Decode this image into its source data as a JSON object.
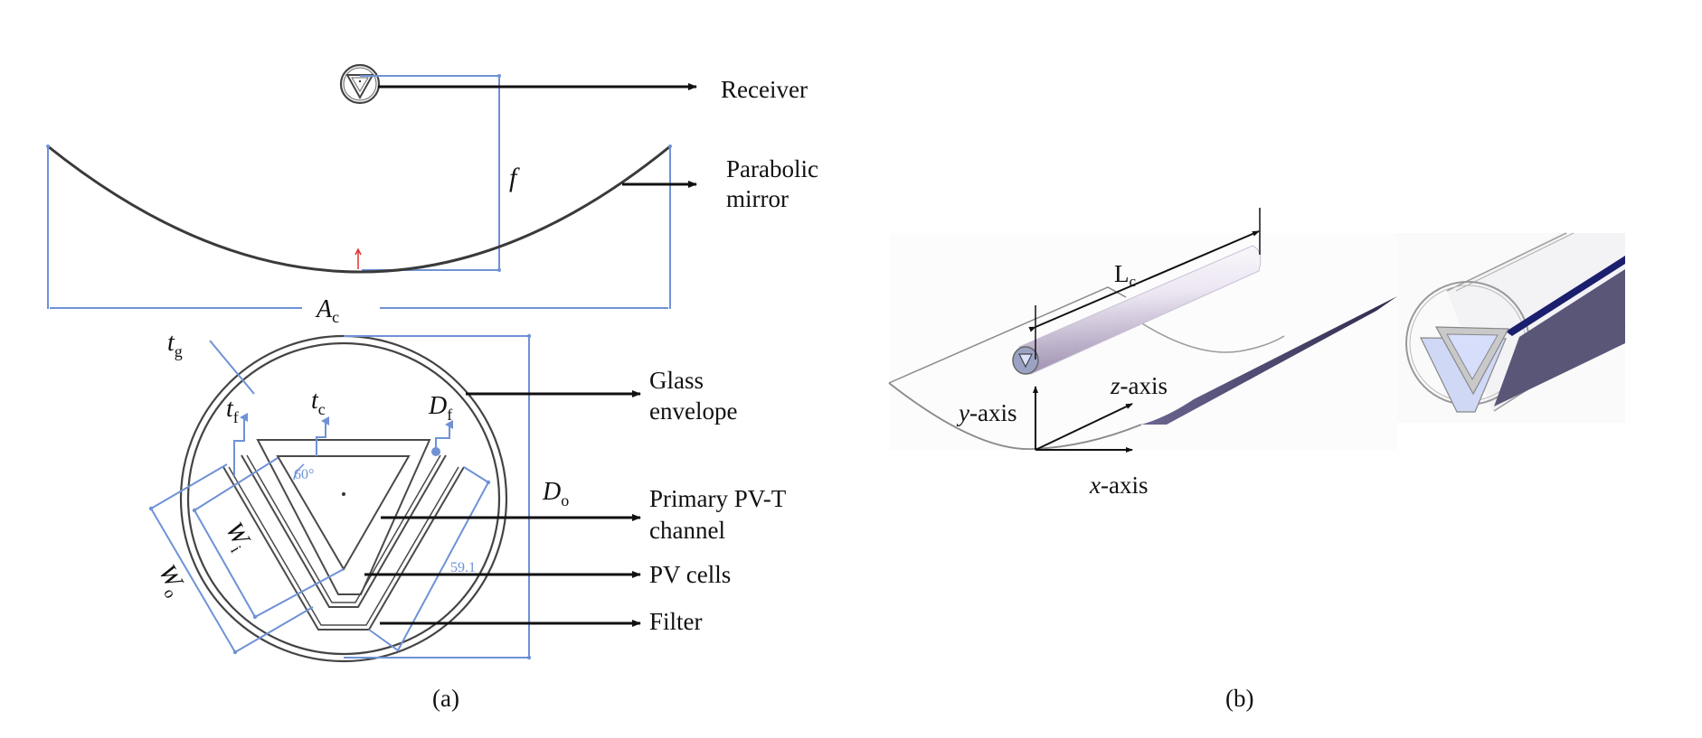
{
  "figure": {
    "panel_a": {
      "caption": "(a)",
      "callouts": {
        "receiver": "Receiver",
        "parabolic_mirror_line1": "Parabolic",
        "parabolic_mirror_line2": "mirror",
        "glass_envelope_line1": "Glass",
        "glass_envelope_line2": "envelope",
        "primary_channel_line1": "Primary PV-T",
        "primary_channel_line2": "channel",
        "pv_cells": "PV cells",
        "filter": "Filter"
      },
      "dimensions": {
        "focal_length": {
          "symbol": "f",
          "sub": ""
        },
        "aperture": {
          "symbol": "A",
          "sub": "c"
        },
        "glass_thickness": {
          "symbol": "t",
          "sub": "g"
        },
        "filter_thickness": {
          "symbol": "t",
          "sub": "f"
        },
        "channel_thickness": {
          "symbol": "t",
          "sub": "c"
        },
        "filter_distance": {
          "symbol": "D",
          "sub": "f"
        },
        "outer_diameter": {
          "symbol": "D",
          "sub": "o"
        },
        "inner_width": {
          "symbol": "W",
          "sub": "i"
        },
        "outer_width": {
          "symbol": "W",
          "sub": "o"
        },
        "angle": "60°",
        "dimension_value": "59.1"
      }
    },
    "panel_b": {
      "caption": "(b)",
      "labels": {
        "length": {
          "symbol": "L",
          "sub": "c"
        },
        "y_axis": {
          "var": "y",
          "suffix": "-axis"
        },
        "z_axis": {
          "var": "z",
          "suffix": "-axis"
        },
        "x_axis": {
          "var": "x",
          "suffix": "-axis"
        }
      }
    },
    "colors": {
      "dimension_blue": "#6f92d6",
      "outline_gray": "#4a4a4a",
      "pv_dark_blue": "#1a1f6e",
      "cell_purple": "#5a5678",
      "filter_light_blue": "#cfd8f5",
      "tube_lavender": "#e8e2f0"
    }
  }
}
